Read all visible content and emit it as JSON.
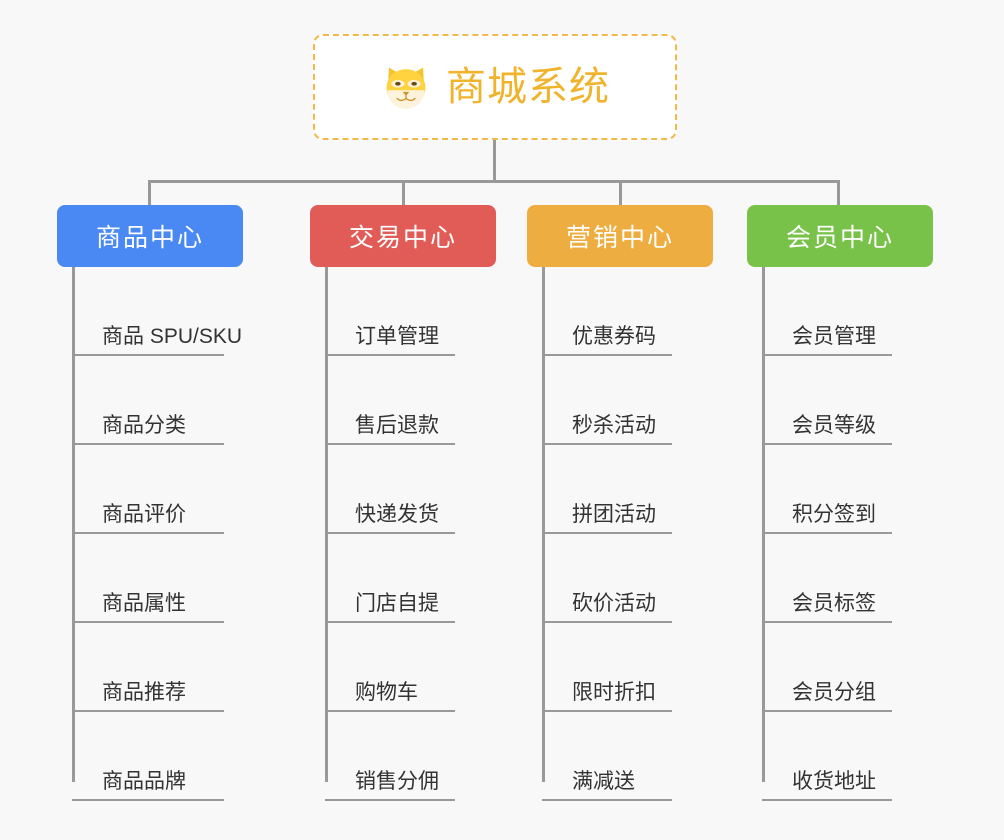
{
  "canvas": {
    "background": "#f8f8f8",
    "connector_color": "#999999"
  },
  "root": {
    "title": "商城系统",
    "icon": "shiba-dog-icon",
    "text_color": "#f0b42c",
    "border_color": "#f2b94a",
    "background": "#ffffff"
  },
  "branches": [
    {
      "title": "商品中心",
      "color": "#4a89f3",
      "spine_height": 515,
      "underline_width": 152,
      "items": [
        {
          "label": "商品 SPU/SKU"
        },
        {
          "label": "商品分类"
        },
        {
          "label": "商品评价"
        },
        {
          "label": "商品属性"
        },
        {
          "label": "商品推荐"
        },
        {
          "label": "商品品牌"
        }
      ]
    },
    {
      "title": "交易中心",
      "color": "#e25c57",
      "spine_height": 515,
      "underline_width": 130,
      "items": [
        {
          "label": "订单管理"
        },
        {
          "label": "售后退款"
        },
        {
          "label": "快递发货"
        },
        {
          "label": "门店自提"
        },
        {
          "label": "购物车"
        },
        {
          "label": "销售分佣"
        }
      ]
    },
    {
      "title": "营销中心",
      "color": "#eead40",
      "spine_height": 515,
      "underline_width": 130,
      "items": [
        {
          "label": "优惠券码"
        },
        {
          "label": "秒杀活动"
        },
        {
          "label": "拼团活动"
        },
        {
          "label": "砍价活动"
        },
        {
          "label": "限时折扣"
        },
        {
          "label": "满减送"
        }
      ]
    },
    {
      "title": "会员中心",
      "color": "#78c249",
      "spine_height": 515,
      "underline_width": 130,
      "items": [
        {
          "label": "会员管理"
        },
        {
          "label": "会员等级"
        },
        {
          "label": "积分签到"
        },
        {
          "label": "会员标签"
        },
        {
          "label": "会员分组"
        },
        {
          "label": "收货地址"
        }
      ]
    }
  ]
}
